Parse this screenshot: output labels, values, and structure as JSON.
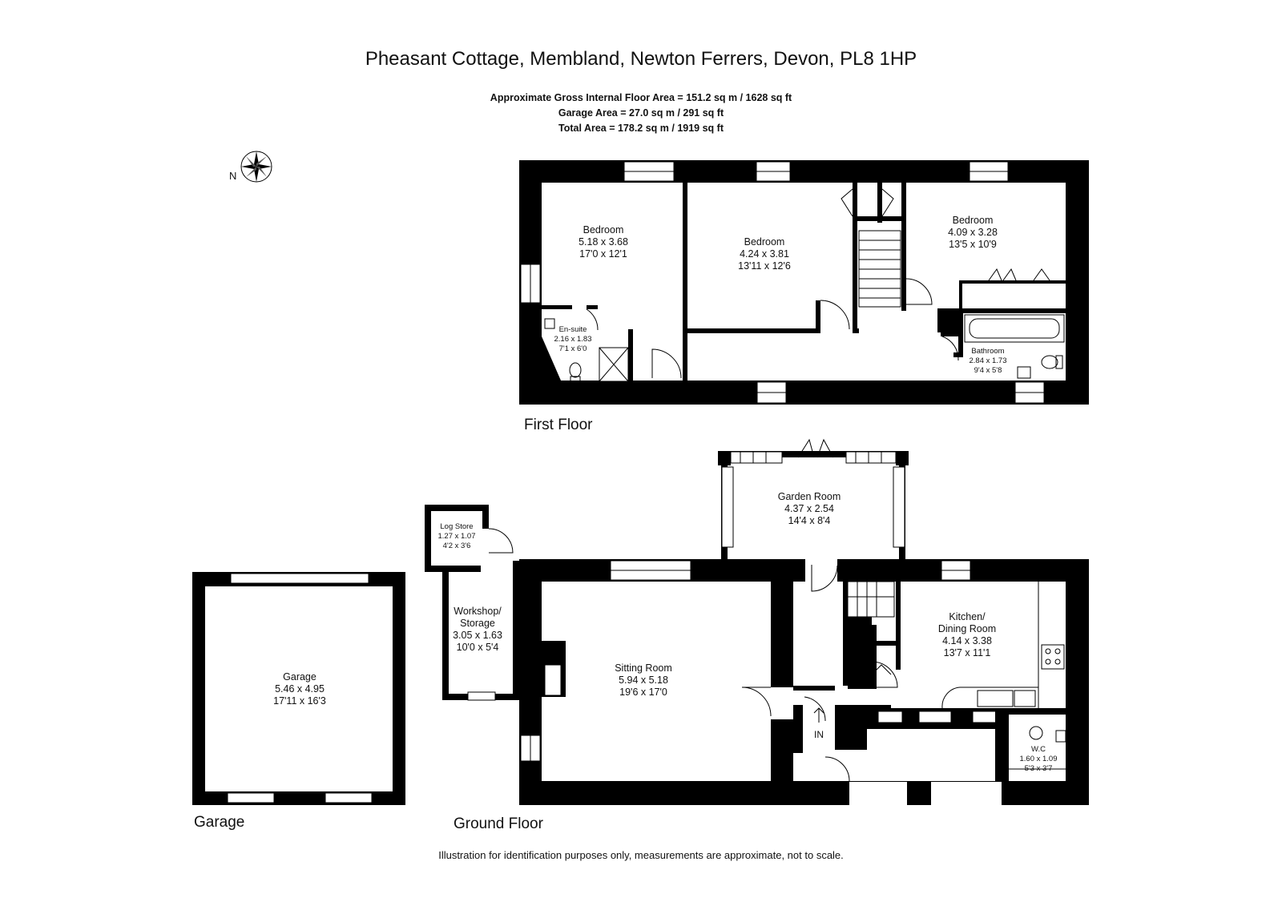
{
  "header": {
    "title": "Pheasant Cottage, Membland, Newton Ferrers, Devon, PL8 1HP",
    "area_lines": [
      "Approximate Gross Internal Floor Area  = 151.2 sq m / 1628 sq ft",
      "Garage Area = 27.0 sq m / 291 sq ft",
      "Total Area = 178.2 sq m / 1919 sq ft"
    ]
  },
  "compass": {
    "north_label": "N"
  },
  "floors": {
    "first": "First Floor",
    "ground": "Ground Floor",
    "garage": "Garage"
  },
  "rooms": {
    "bedroom1": {
      "name": "Bedroom",
      "metric": "5.18 x 3.68",
      "imperial": "17'0 x 12'1"
    },
    "bedroom2": {
      "name": "Bedroom",
      "metric": "4.24 x 3.81",
      "imperial": "13'11 x 12'6"
    },
    "bedroom3": {
      "name": "Bedroom",
      "metric": "4.09 x 3.28",
      "imperial": "13'5 x 10'9"
    },
    "ensuite": {
      "name": "En-suite",
      "metric": "2.16 x 1.83",
      "imperial": "7'1 x 6'0"
    },
    "bathroom": {
      "name": "Bathroom",
      "metric": "2.84 x 1.73",
      "imperial": "9'4 x 5'8"
    },
    "garden_room": {
      "name": "Garden Room",
      "metric": "4.37 x 2.54",
      "imperial": "14'4 x 8'4"
    },
    "log_store": {
      "name": "Log Store",
      "metric": "1.27 x 1.07",
      "imperial": "4'2 x 3'6"
    },
    "workshop": {
      "name": "Workshop/",
      "name2": "Storage",
      "metric": "3.05 x 1.63",
      "imperial": "10'0 x 5'4"
    },
    "sitting_room": {
      "name": "Sitting Room",
      "metric": "5.94 x 5.18",
      "imperial": "19'6 x 17'0"
    },
    "kitchen": {
      "name": "Kitchen/",
      "name2": "Dining Room",
      "metric": "4.14 x 3.38",
      "imperial": "13'7 x 11'1"
    },
    "wc": {
      "name": "W.C",
      "metric": "1.60 x 1.09",
      "imperial": "5'3 x 3'7"
    },
    "garage": {
      "name": "Garage",
      "metric": "5.46 x 4.95",
      "imperial": "17'11 x 16'3"
    }
  },
  "entrance_label": "IN",
  "footer": "Illustration for identification purposes only, measurements are approximate, not to scale."
}
